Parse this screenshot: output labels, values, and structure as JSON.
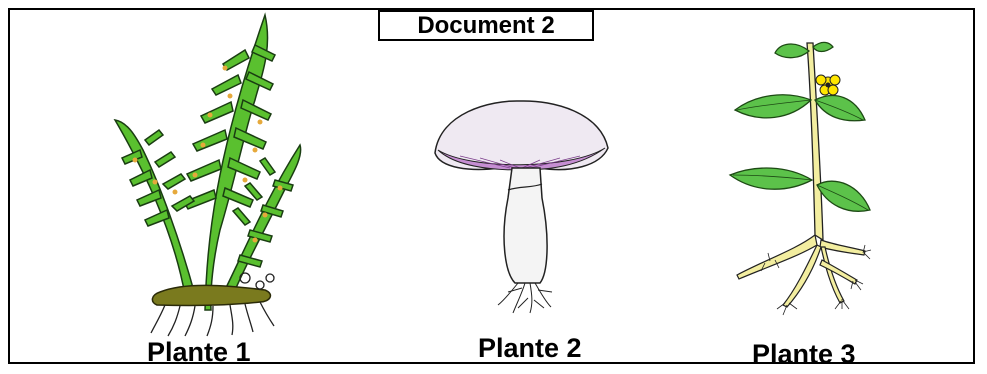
{
  "document_title": "Document 2",
  "plants": [
    {
      "label": "Plante 1",
      "illustration": "fern-icon"
    },
    {
      "label": "Plante 2",
      "illustration": "mushroom-icon"
    },
    {
      "label": "Plante 3",
      "illustration": "flowering-plant-icon"
    }
  ],
  "colors": {
    "frond_green": "#5ac02f",
    "sori_orange": "#e6a93b",
    "rhizome_olive": "#7a7a1e",
    "cap_lilac": "#efe9f2",
    "gills_purple": "#c58ed2",
    "stem_light": "#f4f4f4",
    "plant_cream": "#f3eea0",
    "leaf_green": "#5cc24a",
    "flower_yellow": "#ffe600"
  }
}
